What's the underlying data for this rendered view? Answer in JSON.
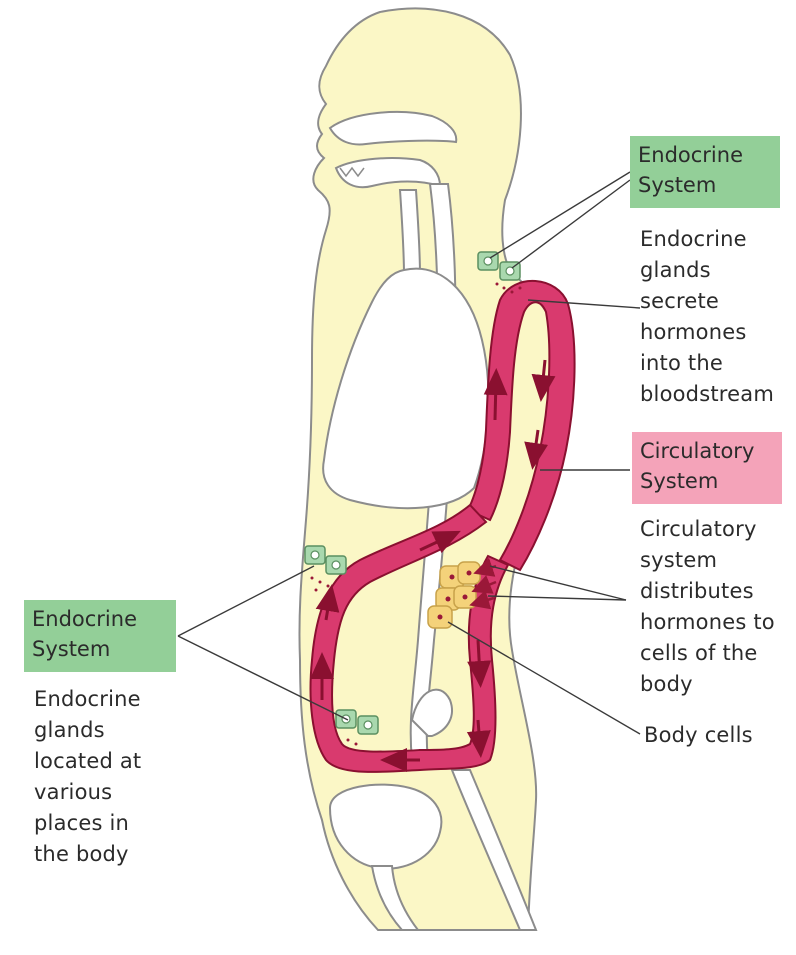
{
  "colors": {
    "body_fill": "#fbf7c6",
    "body_stroke": "#8c8c8c",
    "vessel": "#d93a6e",
    "vessel_dark": "#8a1030",
    "endocrine_box": "#93cf98",
    "circulatory_box": "#f4a3b9",
    "cells": "#f4d27a",
    "gland": "#a9d8ae"
  },
  "labels": {
    "endocrine_top": {
      "lines": [
        "Endocrine",
        "System"
      ]
    },
    "endocrine_top_desc": {
      "lines": [
        "Endocrine",
        "glands",
        "secrete",
        "hormones",
        "into the",
        "bloodstream"
      ]
    },
    "circulatory": {
      "lines": [
        "Circulatory",
        "System"
      ]
    },
    "circulatory_desc": {
      "lines": [
        "Circulatory",
        "system",
        "distributes",
        "hormones to",
        "cells of the",
        "body"
      ]
    },
    "body_cells": "Body cells",
    "endocrine_left": {
      "lines": [
        "Endocrine",
        "System"
      ]
    },
    "endocrine_left_desc": {
      "lines": [
        "Endocrine",
        "glands",
        "located at",
        "various",
        "places in",
        "the body"
      ]
    }
  }
}
